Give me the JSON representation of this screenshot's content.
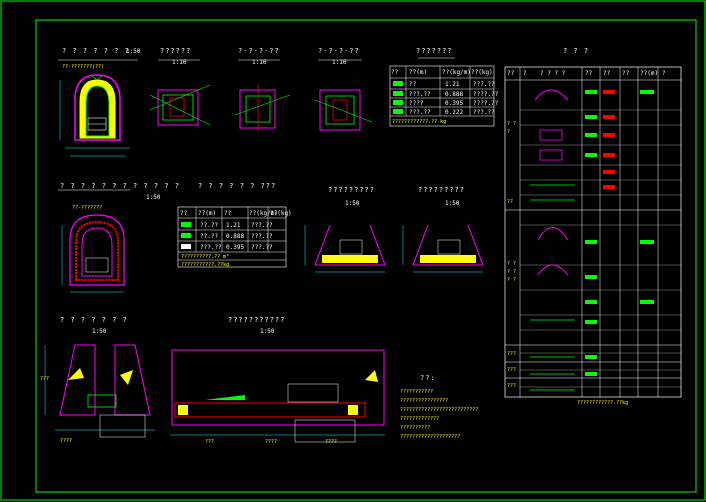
{
  "drawing": {
    "colors": {
      "background": "#000000",
      "frame": "#00ff00",
      "outline": "#ff00ff",
      "rebar": "#00ff00",
      "fill": "#ffff00",
      "dimension": "#00ffff",
      "text": "#ffffff",
      "highlight": "#ff0000"
    },
    "views": {
      "tunnel_section_1": {
        "title": "? ? ? ? ? ? ?",
        "scale": "1:50",
        "label": "??-???????(??)"
      },
      "detail_1": {
        "title": "??????",
        "scale": "1:10"
      },
      "detail_2": {
        "title": "?-?-?-??",
        "scale": "1:10"
      },
      "detail_3": {
        "title": "?-?-?-??",
        "scale": "1:10"
      },
      "tunnel_section_2": {
        "title": "? ? ? ? ? ? ? ? ? ? ? ?",
        "scale": "1:50",
        "label": "??-???????"
      },
      "small_table_title": "? ? ? ? ? ? ???",
      "section_a": {
        "title": "?????????",
        "scale": "1:50"
      },
      "section_b": {
        "title": "?????????",
        "scale": "1:50"
      },
      "section_c": {
        "title": "? ? ? ? ? ? ?",
        "scale": "1:50"
      },
      "section_d": {
        "title": "???????????",
        "scale": "1:50"
      }
    },
    "top_table": {
      "title": "???????",
      "headers": [
        "??",
        "??(m)",
        "??(kg/m)",
        "??(kg)"
      ],
      "rows": [
        [
          "",
          "??",
          "1.21",
          "???.??"
        ],
        [
          "",
          "???.??",
          "0.888",
          "????.??"
        ],
        [
          "",
          "????",
          "0.395",
          "????.??"
        ],
        [
          "",
          "???.??",
          "0.222",
          "???.??"
        ]
      ],
      "total": "????????????.?? kg"
    },
    "mid_table": {
      "headers": [
        "??",
        "??(m)",
        "??",
        "??(kg/m)",
        "??(kg)"
      ],
      "rows": [
        [
          "",
          "??.??",
          "1.21",
          "???.??"
        ],
        [
          "",
          "??.??",
          "0.888",
          "???.??"
        ],
        [
          "",
          "???.??",
          "0.395",
          "???.??"
        ]
      ],
      "total1": "??????????.?? m³",
      "total2": "???????????.??kg"
    },
    "right_table": {
      "title": "? ? ?",
      "headers": [
        "??",
        "?",
        "? ? ? ?",
        "??",
        "??",
        "??",
        "??(m)",
        "?"
      ],
      "groups": [
        "? ? ?",
        "??",
        "? ? ? ? ? ?",
        "???",
        "???",
        "???"
      ],
      "total": "????????????.??kg"
    },
    "notes": {
      "title": "??:",
      "lines": [
        "???????????",
        "????????????????",
        "??????????????????????????",
        "?????????????",
        "??????????",
        "????????????????????"
      ]
    },
    "dims": [
      "???",
      "????",
      "???",
      "????",
      "????"
    ]
  }
}
